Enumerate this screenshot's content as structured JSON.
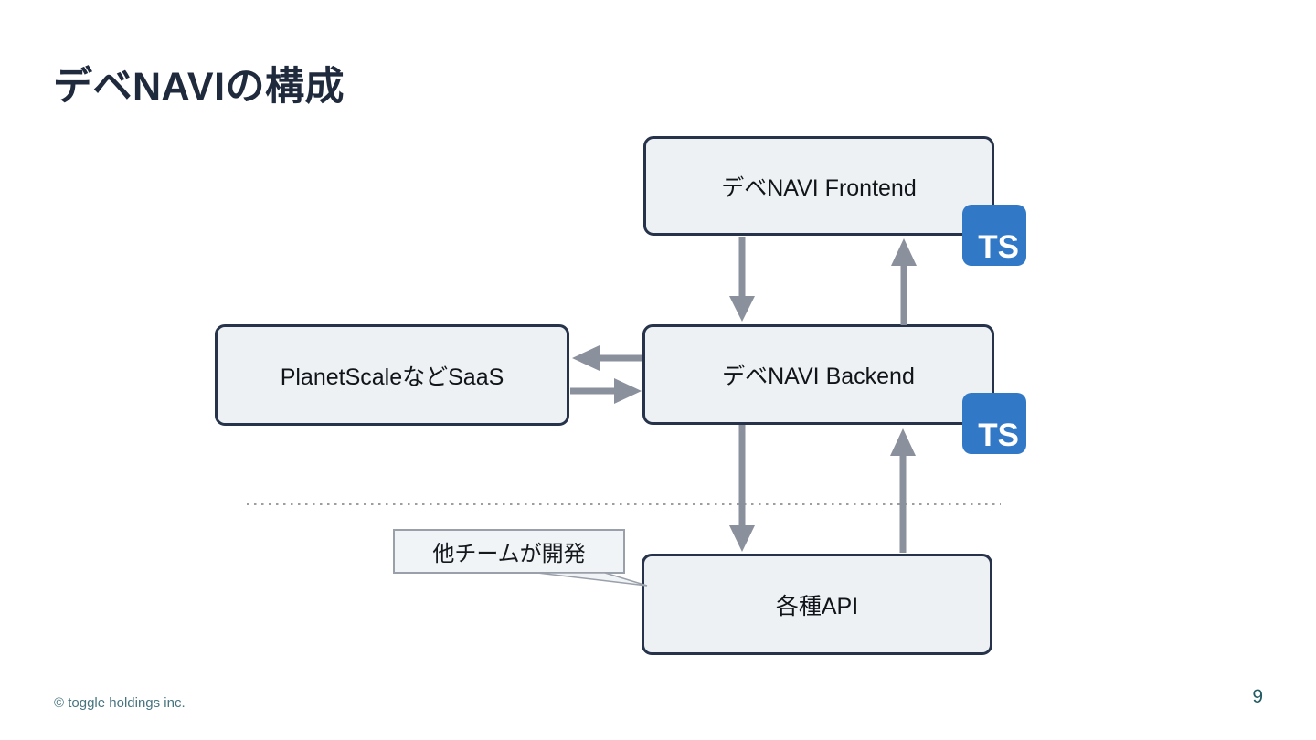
{
  "slide": {
    "title": "デベNAVIの構成",
    "footer": "© toggle holdings inc.",
    "page_number": "9"
  },
  "diagram": {
    "type": "architecture",
    "nodes": [
      {
        "id": "frontend",
        "label": "デベNAVI Frontend",
        "badge": "TS"
      },
      {
        "id": "backend",
        "label": "デベNAVI Backend",
        "badge": "TS"
      },
      {
        "id": "saas",
        "label": "PlanetScaleなどSaaS",
        "badge": ""
      },
      {
        "id": "api",
        "label": "各種API",
        "badge": ""
      }
    ],
    "edges": [
      {
        "from": "frontend",
        "to": "backend",
        "direction": "down"
      },
      {
        "from": "backend",
        "to": "frontend",
        "direction": "up"
      },
      {
        "from": "backend",
        "to": "saas",
        "direction": "left"
      },
      {
        "from": "saas",
        "to": "backend",
        "direction": "right"
      },
      {
        "from": "backend",
        "to": "api",
        "direction": "down"
      },
      {
        "from": "api",
        "to": "backend",
        "direction": "up"
      }
    ],
    "callout": {
      "label": "他チームが開発",
      "points_to": "api"
    },
    "divider": {
      "style": "dotted",
      "below": "backend",
      "above": "api"
    },
    "colors": {
      "title": "#1f2a3d",
      "node_fill": "#edf1f4",
      "node_border": "#26334a",
      "arrow": "#8a909c",
      "ts_badge_bg": "#3178c6",
      "ts_badge_text": "#ffffff",
      "callout_fill": "#f1f4f6",
      "callout_border": "#99a0a9",
      "divider": "#9e9e9e",
      "footer": "#47747f",
      "page_number": "#235c63"
    }
  }
}
